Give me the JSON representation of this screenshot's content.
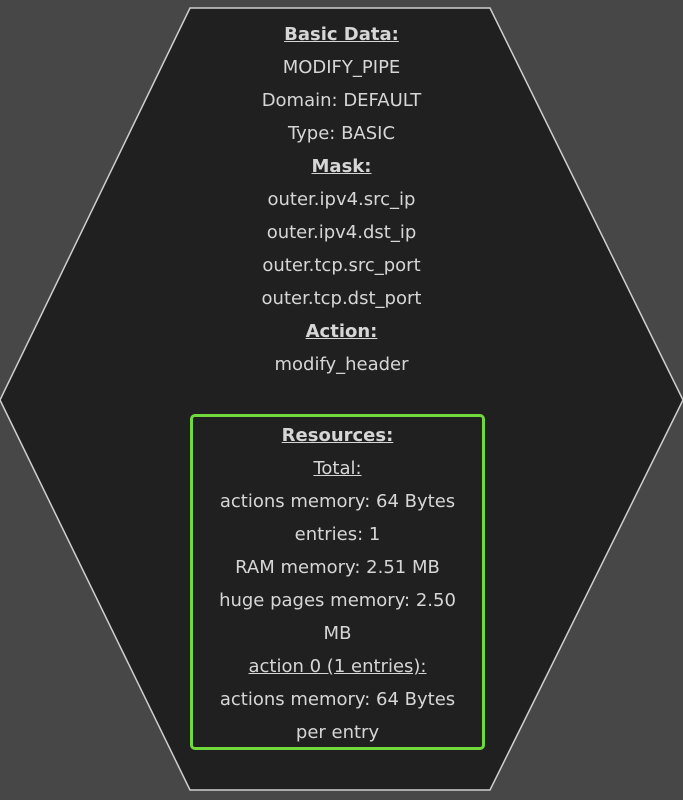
{
  "node": {
    "basic_heading": "Basic Data:",
    "name": "MODIFY_PIPE",
    "domain": "Domain: DEFAULT",
    "type": "Type: BASIC",
    "mask_heading": "Mask:",
    "mask": [
      "outer.ipv4.src_ip",
      "outer.ipv4.dst_ip",
      "outer.tcp.src_port",
      "outer.tcp.dst_port"
    ],
    "action_heading": "Action:",
    "action": "modify_header"
  },
  "resources": {
    "heading": "Resources:",
    "total_heading": "Total:",
    "actions_memory": "actions memory: 64 Bytes",
    "entries": "entries: 1",
    "ram_memory": "RAM memory: 2.51 MB",
    "huge_pages_line1": "huge pages memory: 2.50",
    "huge_pages_line2": "MB",
    "action0_heading": "action 0 (1 entries):",
    "action0_memory_line1": "actions memory: 64 Bytes",
    "action0_memory_line2": "per entry"
  },
  "colors": {
    "background": "#464746",
    "node_fill": "#1f201f",
    "highlight": "#72d93c"
  }
}
